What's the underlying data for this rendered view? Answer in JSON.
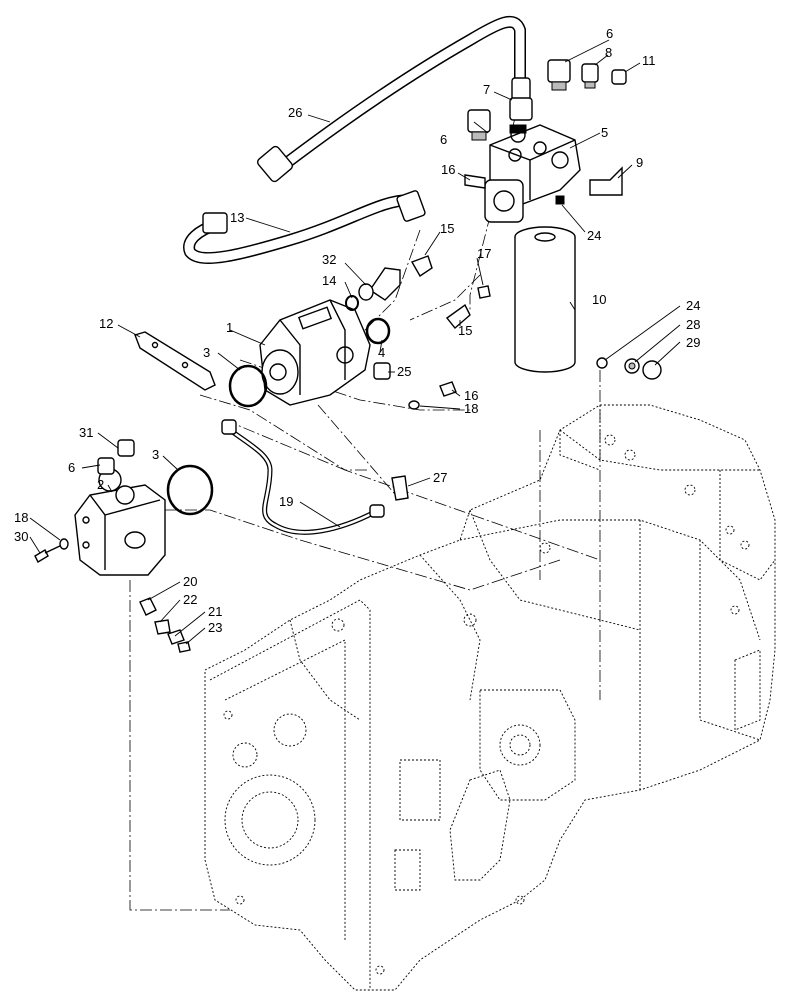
{
  "callouts": [
    {
      "id": "c26",
      "text": "26"
    },
    {
      "id": "c6a",
      "text": "6"
    },
    {
      "id": "c8",
      "text": "8"
    },
    {
      "id": "c11",
      "text": "11"
    },
    {
      "id": "c7",
      "text": "7"
    },
    {
      "id": "c6b",
      "text": "6"
    },
    {
      "id": "c5",
      "text": "5"
    },
    {
      "id": "c16a",
      "text": "16"
    },
    {
      "id": "c9",
      "text": "9"
    },
    {
      "id": "c13",
      "text": "13"
    },
    {
      "id": "c15a",
      "text": "15"
    },
    {
      "id": "c24a",
      "text": "24"
    },
    {
      "id": "c32",
      "text": "32"
    },
    {
      "id": "c14",
      "text": "14"
    },
    {
      "id": "c17",
      "text": "17"
    },
    {
      "id": "c12",
      "text": "12"
    },
    {
      "id": "c1",
      "text": "1"
    },
    {
      "id": "c10",
      "text": "10"
    },
    {
      "id": "c15b",
      "text": "15"
    },
    {
      "id": "c24b",
      "text": "24"
    },
    {
      "id": "c28",
      "text": "28"
    },
    {
      "id": "c29",
      "text": "29"
    },
    {
      "id": "c3a",
      "text": "3"
    },
    {
      "id": "c4",
      "text": "4"
    },
    {
      "id": "c25",
      "text": "25"
    },
    {
      "id": "c16b",
      "text": "16"
    },
    {
      "id": "c18a",
      "text": "18"
    },
    {
      "id": "c31",
      "text": "31"
    },
    {
      "id": "c3b",
      "text": "3"
    },
    {
      "id": "c6c",
      "text": "6"
    },
    {
      "id": "c27",
      "text": "27"
    },
    {
      "id": "c2",
      "text": "2"
    },
    {
      "id": "c19",
      "text": "19"
    },
    {
      "id": "c18b",
      "text": "18"
    },
    {
      "id": "c30",
      "text": "30"
    },
    {
      "id": "c20",
      "text": "20"
    },
    {
      "id": "c22",
      "text": "22"
    },
    {
      "id": "c21",
      "text": "21"
    },
    {
      "id": "c23",
      "text": "23"
    }
  ]
}
